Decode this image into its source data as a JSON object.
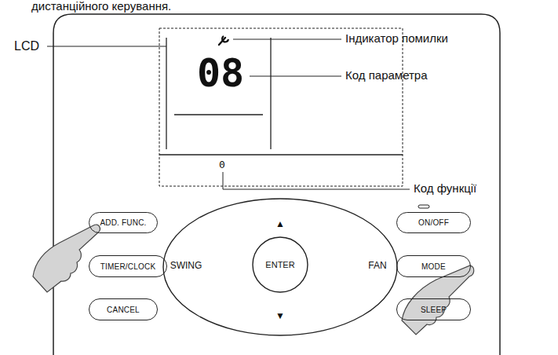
{
  "diagram": {
    "nodes": [
      {
        "text": [
          "ADD. FUNC."
        ]
      },
      {
        "text": [
          "ON/OFF"
        ]
      },
      {
        "text": [
          "▲",
          "SWING",
          "FAN",
          "▼"
        ]
      },
      {
        "text": [
          "ENTER"
        ],
        "in": 2
      },
      {
        "text": [
          "TIMER/CLOCK"
        ]
      },
      {
        "text": [
          "MODE"
        ]
      },
      {
        "text": [
          "CANCEL"
        ]
      },
      {
        "text": [
          "SLEEP"
        ]
      }
    ],
    "labels": [
      "дистанційного керування.",
      "LCD",
      "Індикатор помилки",
      "Код параметра",
      "Код функції",
      "08",
      "0"
    ]
  }
}
